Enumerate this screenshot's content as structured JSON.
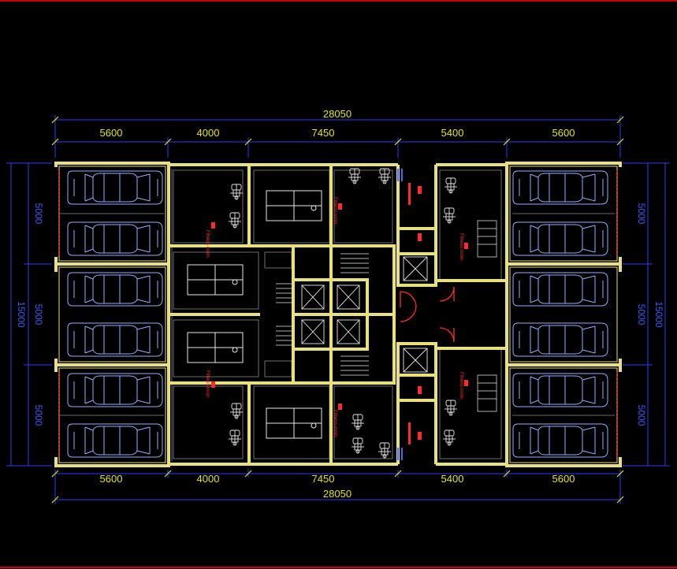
{
  "drawing": {
    "top_dims": [
      "5600",
      "4000",
      "7450",
      "5400",
      "5600"
    ],
    "bottom_dims": [
      "5600",
      "4000",
      "7450",
      "5400",
      "5600"
    ],
    "overall_width": "28050",
    "overall_width_bottom": "28050",
    "left_dims": [
      "5000",
      "5000",
      "5000"
    ],
    "right_dims": [
      "5000",
      "5000",
      "5000"
    ],
    "overall_height_left": "15000",
    "overall_height_right": "15000",
    "room_labels": [
      "Fitness room",
      "Fitness room",
      "Fitness room",
      "Fitness room",
      "Fitness room",
      "Fitness room"
    ],
    "colors": {
      "wall": "#e8e07a",
      "dim_line": "#2a3cff",
      "dim_text": "#e6e600",
      "car": "#8fb0ff",
      "red": "#ff2a2a",
      "furniture": "#e8e8e8",
      "frame": "#d01010"
    }
  }
}
